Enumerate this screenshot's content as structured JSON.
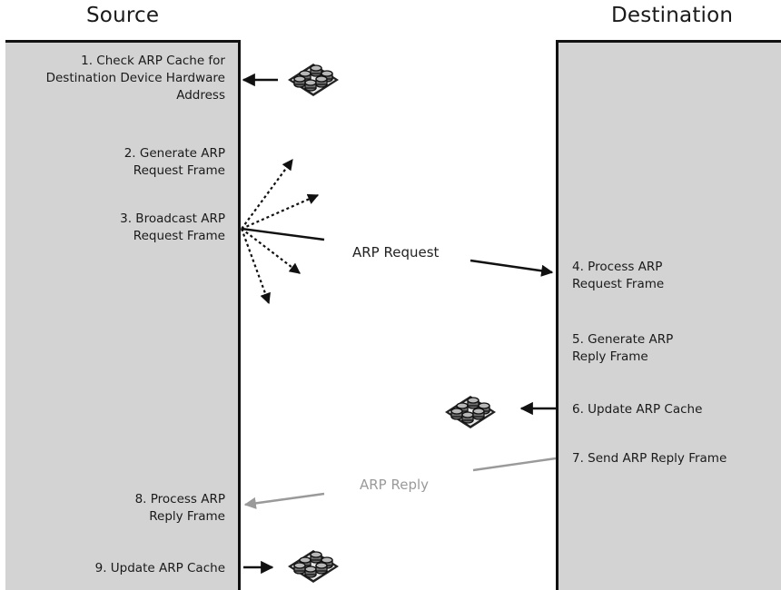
{
  "source_title": "Source",
  "destination_title": "Destination",
  "steps": {
    "s1": "1. Check ARP Cache for\nDestination Device Hardware\nAddress",
    "s2": "2. Generate ARP\nRequest Frame",
    "s3": "3. Broadcast ARP\nRequest Frame",
    "s4": "4. Process ARP\nRequest Frame",
    "s5": "5. Generate ARP\nReply Frame",
    "s6": "6. Update ARP Cache",
    "s7": "7. Send ARP Reply Frame",
    "s8": "8. Process ARP\nReply Frame",
    "s9": "9. Update ARP Cache"
  },
  "messages": {
    "request": "ARP Request",
    "reply": "ARP Reply"
  },
  "colors": {
    "panel": "#d3d3d3",
    "line": "#111111",
    "reply": "#9a9a9a"
  },
  "icons": {
    "cache": "cache-disk-array-icon"
  }
}
